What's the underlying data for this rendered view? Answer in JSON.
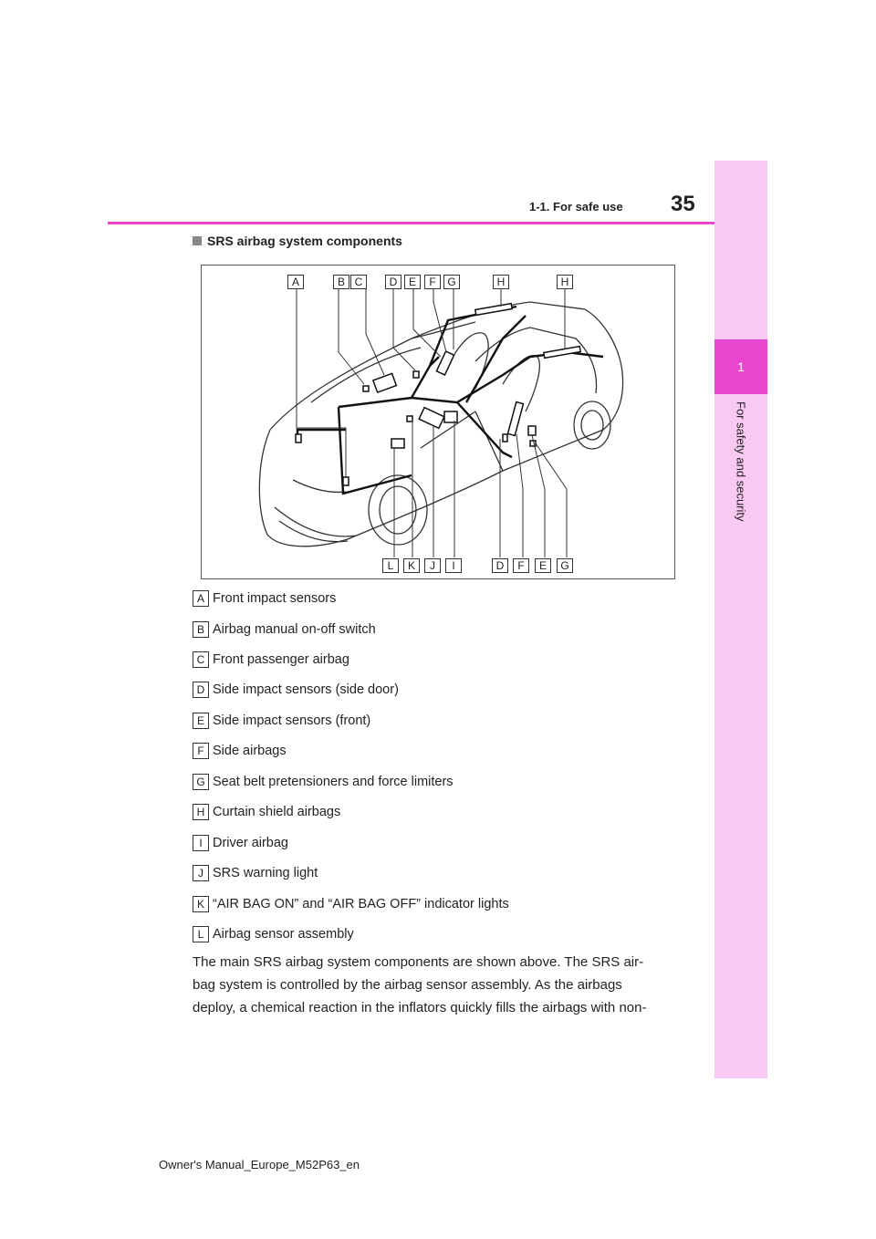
{
  "header": {
    "page_number": "35",
    "section": "1-1. For safe use"
  },
  "side_tab": {
    "chapter_number": "1",
    "chapter_title": "For safety and security"
  },
  "heading": "SRS airbag system components",
  "figure": {
    "top_callouts": [
      "A",
      "B",
      "C",
      "D",
      "E",
      "F",
      "G",
      "H",
      "H"
    ],
    "bottom_callouts": [
      "L",
      "K",
      "J",
      "I",
      "D",
      "F",
      "E",
      "G"
    ]
  },
  "legend": [
    {
      "key": "A",
      "text": "Front impact sensors"
    },
    {
      "key": "B",
      "text": "Airbag manual on-off switch"
    },
    {
      "key": "C",
      "text": "Front passenger airbag"
    },
    {
      "key": "D",
      "text": "Side impact sensors (side door)"
    },
    {
      "key": "E",
      "text": "Side impact sensors (front)"
    },
    {
      "key": "F",
      "text": "Side airbags"
    },
    {
      "key": "G",
      "text": "Seat belt pretensioners and force limiters"
    },
    {
      "key": "H",
      "text": "Curtain shield airbags"
    },
    {
      "key": "I",
      "text": "Driver airbag"
    },
    {
      "key": "J",
      "text": "SRS warning light"
    },
    {
      "key": "K",
      "text": "“AIR BAG ON” and “AIR BAG OFF” indicator lights"
    },
    {
      "key": "L",
      "text": "Airbag sensor assembly"
    }
  ],
  "body_lines": [
    "The main SRS airbag system components are shown above. The SRS air-",
    "bag system is controlled by the airbag sensor assembly. As the airbags",
    "deploy, a chemical reaction in the inflators quickly fills the airbags with non-"
  ],
  "footer": "Owner's Manual_Europe_M52P63_en"
}
